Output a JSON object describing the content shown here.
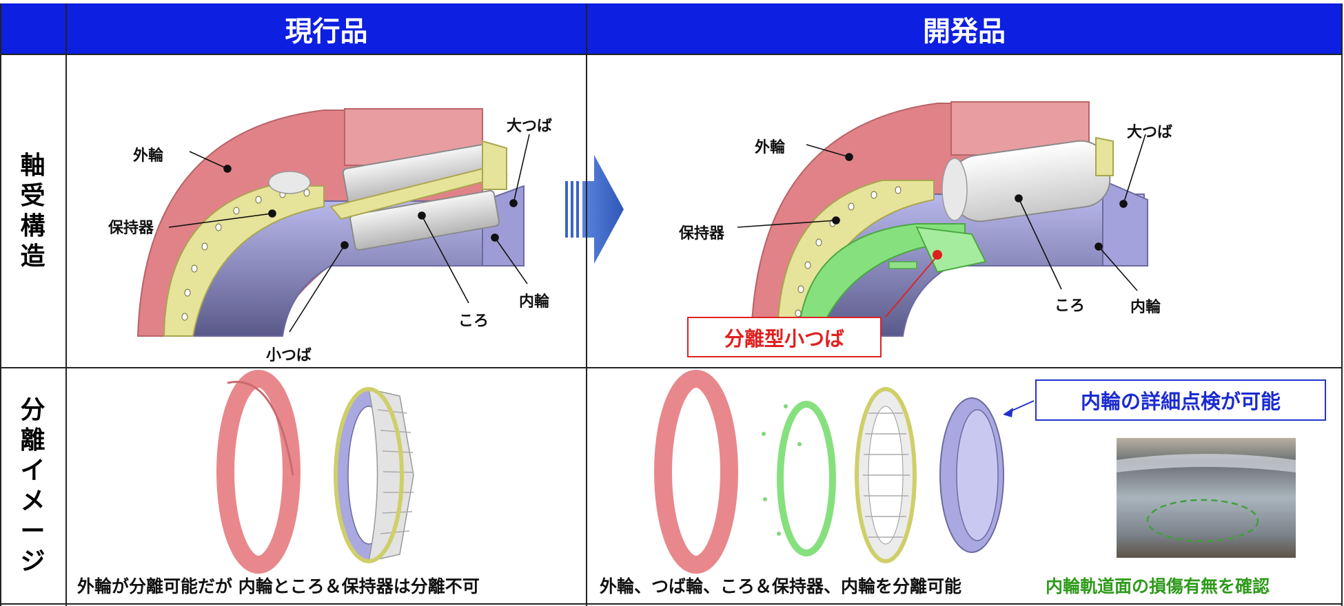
{
  "header": {
    "current_title": "現行品",
    "developed_title": "開発品"
  },
  "rows": {
    "structure_label": [
      "軸",
      "受",
      "構",
      "造"
    ],
    "separation_label": [
      "分",
      "離",
      "イ",
      "メ",
      "ー",
      "ジ"
    ]
  },
  "current": {
    "labels": {
      "outer_ring": "外輪",
      "cage": "保持器",
      "large_rib": "大つば",
      "roller": "ころ",
      "inner_ring": "内輪",
      "small_rib": "小つば"
    },
    "caption": "外輪が分離可能だが 内輪ところ＆保持器は分離不可"
  },
  "developed": {
    "labels": {
      "outer_ring": "外輪",
      "cage": "保持器",
      "large_rib": "大つば",
      "roller": "ころ",
      "inner_ring": "内輪"
    },
    "split_rib_callout": "分離型小つば",
    "caption": "外輪、つば輪、ころ＆保持器、内輪を分離可能",
    "inspection_callout": "内輪の詳細点検が可能",
    "photo_caption": "内輪軌道面の損傷有無を確認"
  },
  "colors": {
    "header_bg": "#0d1fe0",
    "outer_ring": "#e8888c",
    "cage": "#e6e39a",
    "inner_ring": "#a9a8e0",
    "roller": "#dcdcdc",
    "split_rib": "#86e07e",
    "callout_red": "#e02020",
    "caption_green": "#2e9a1a",
    "arrow": "#3a64c8"
  }
}
